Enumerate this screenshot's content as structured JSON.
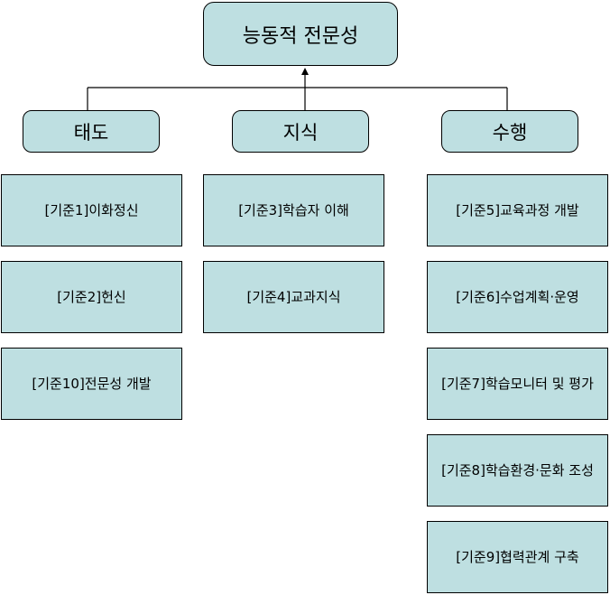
{
  "root": {
    "label": "능동적 전문성"
  },
  "categories": [
    {
      "label": "태도",
      "standards": [
        "[기준1]이화정신",
        "[기준2]헌신",
        "[기준10]전문성 개발"
      ]
    },
    {
      "label": "지식",
      "standards": [
        "[기준3]학습자 이해",
        "[기준4]교과지식"
      ]
    },
    {
      "label": "수행",
      "standards": [
        "[기준5]교육과정 개발",
        "[기준6]수업계획·운영",
        "[기준7]학습모니터 및 평가",
        "[기준8]학습환경·문화 조성",
        "[기준9]협력관계 구축"
      ]
    }
  ],
  "colors": {
    "box_fill": "#bedfe1",
    "border": "#000000",
    "connector": "#000000"
  }
}
